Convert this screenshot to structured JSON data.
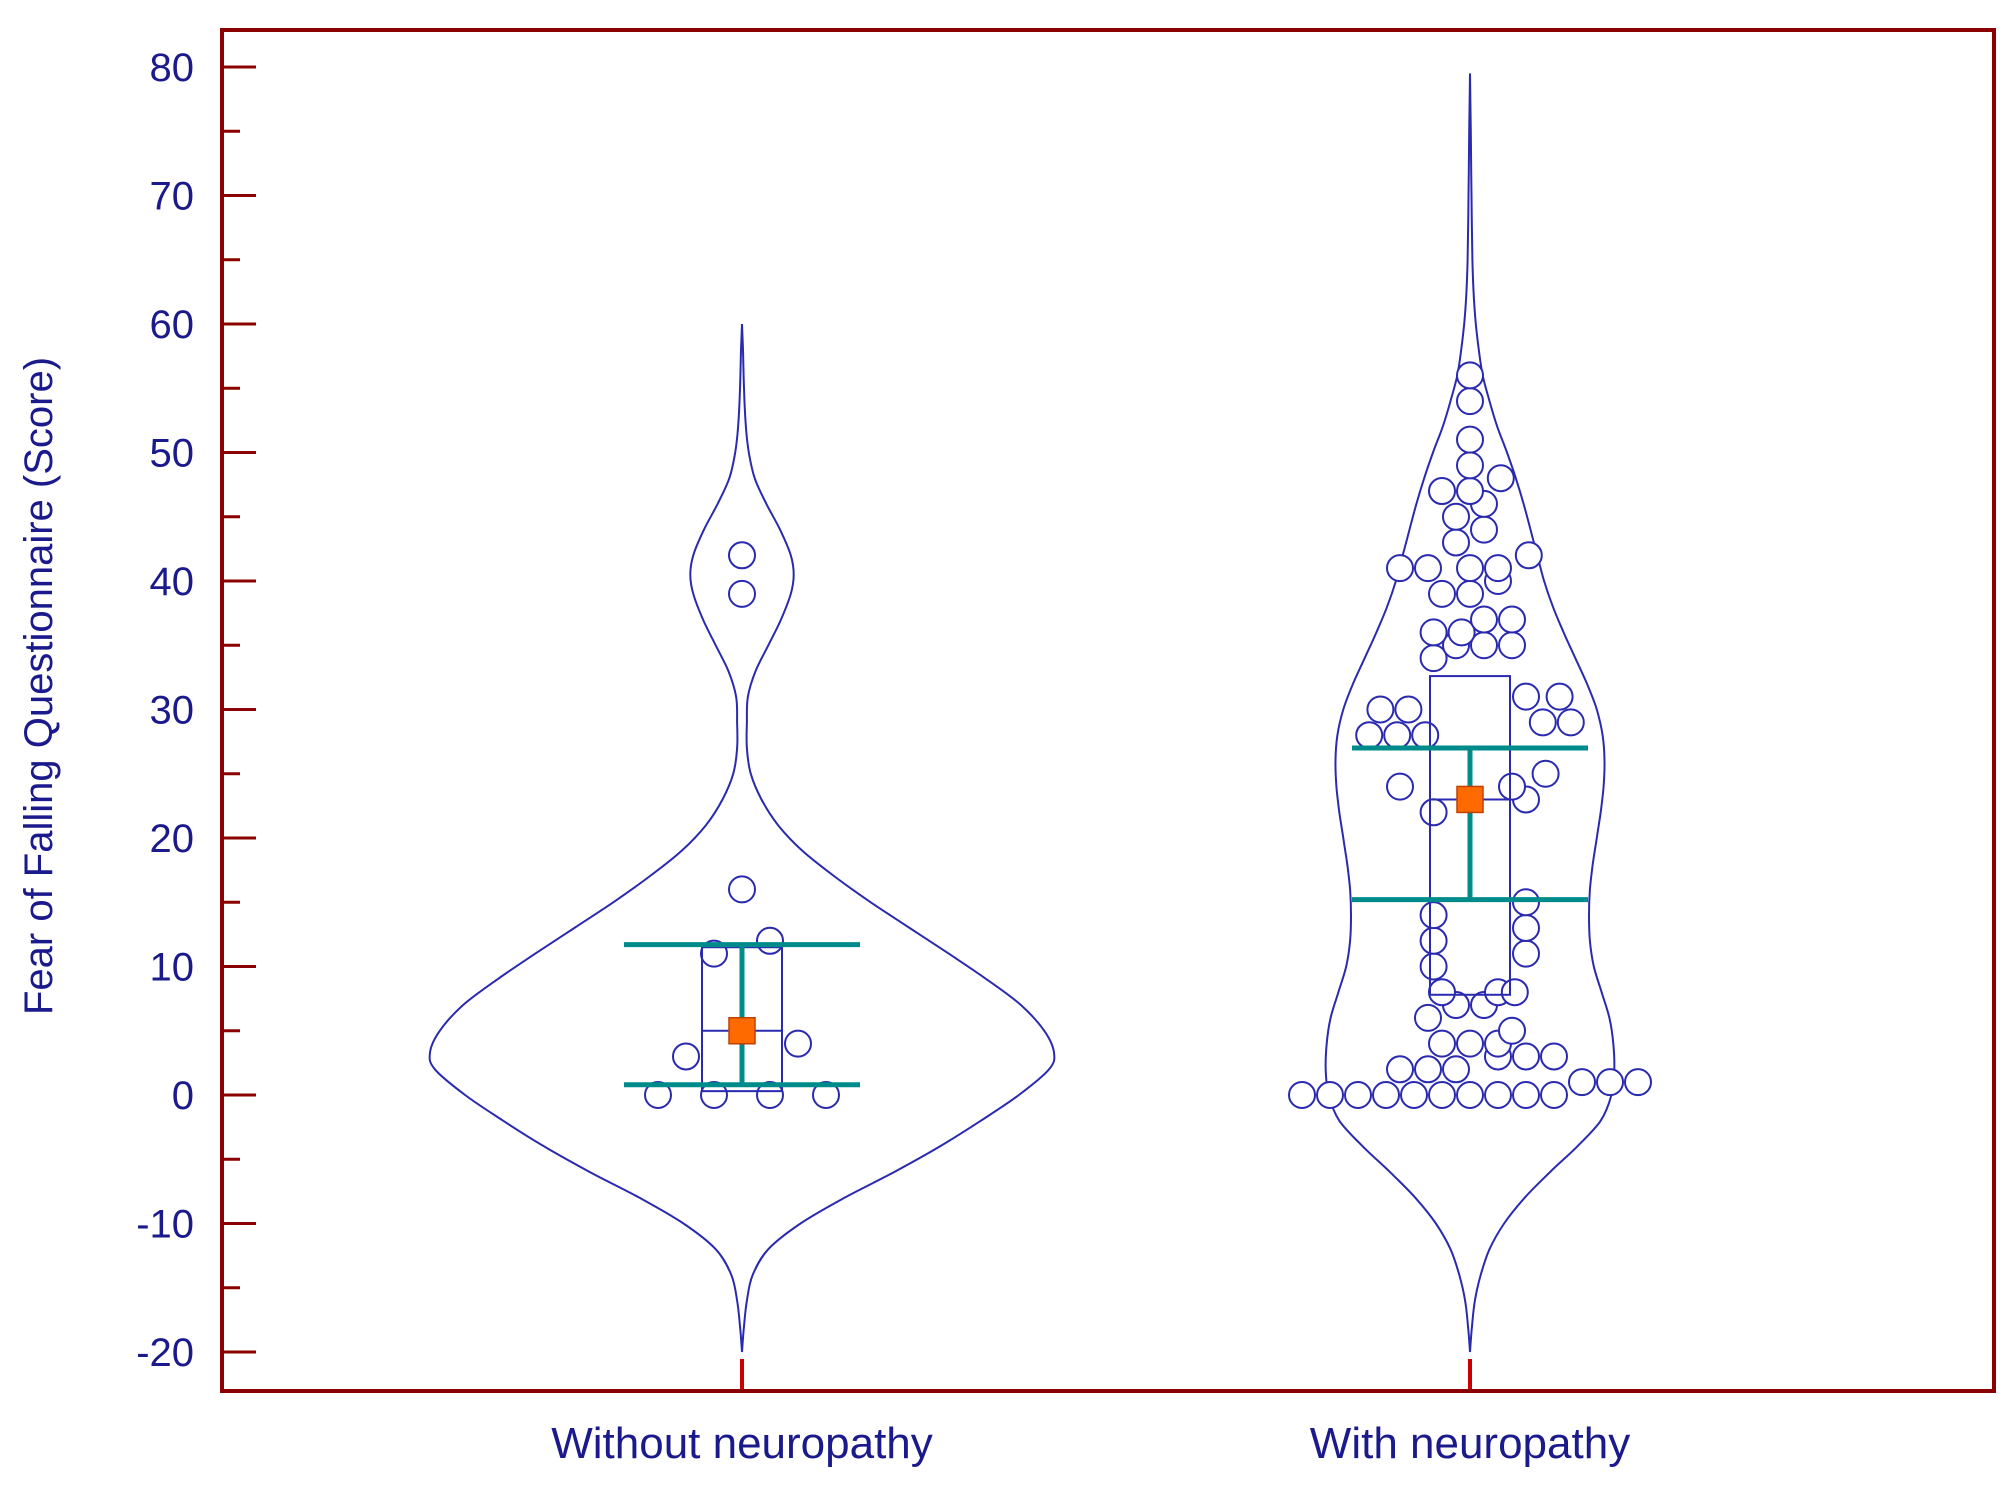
{
  "chart_data": {
    "type": "violin",
    "title": "",
    "xlabel": "",
    "ylabel": "Fear of Falling Questionnaire (Score)",
    "ylim": [
      -23,
      83
    ],
    "yticks": [
      -20,
      -10,
      0,
      10,
      20,
      30,
      40,
      50,
      60,
      70,
      80
    ],
    "yticks_minor_step": 5,
    "grid": false,
    "legend": "none",
    "colors": {
      "frame": "#8b0000",
      "violin": "#2a2ab0",
      "points": "#2a2ab0",
      "ci": "#008b8b",
      "mean": "#ff6a00",
      "text": "#1a1a8c"
    },
    "categories": [
      "Without neuropathy",
      "With neuropathy"
    ],
    "groups": [
      {
        "category": "Without neuropathy",
        "violin_range": [
          -20,
          60
        ],
        "density": [
          [
            -20,
            0.0
          ],
          [
            -18,
            0.2
          ],
          [
            -16,
            0.5
          ],
          [
            -14,
            1.1
          ],
          [
            -12,
            2.7
          ],
          [
            -10,
            6.0
          ],
          [
            -8,
            10.5
          ],
          [
            -6,
            15.6
          ],
          [
            -4,
            20.3
          ],
          [
            -2,
            24.5
          ],
          [
            0,
            28.4
          ],
          [
            2,
            31.5
          ],
          [
            3.3,
            32.0
          ],
          [
            5,
            31.0
          ],
          [
            7,
            28.6
          ],
          [
            9,
            25.1
          ],
          [
            11,
            21.2
          ],
          [
            13,
            17.2
          ],
          [
            15,
            13.2
          ],
          [
            17,
            9.5
          ],
          [
            19,
            6.2
          ],
          [
            21,
            3.7
          ],
          [
            23,
            2.0
          ],
          [
            25,
            0.9
          ],
          [
            27,
            0.5
          ],
          [
            29,
            0.5
          ],
          [
            31,
            0.6
          ],
          [
            33,
            1.4
          ],
          [
            35,
            2.7
          ],
          [
            37,
            4.0
          ],
          [
            39,
            5.0
          ],
          [
            40.5,
            5.3
          ],
          [
            42,
            5.0
          ],
          [
            44,
            3.9
          ],
          [
            46,
            2.5
          ],
          [
            48,
            1.3
          ],
          [
            50,
            0.7
          ],
          [
            52,
            0.4
          ],
          [
            55,
            0.2
          ],
          [
            58,
            0.1
          ],
          [
            60,
            0.0
          ]
        ],
        "points": [
          {
            "y": 0,
            "dx": -3
          },
          {
            "y": 0,
            "dx": -1
          },
          {
            "y": 0,
            "dx": 1
          },
          {
            "y": 0,
            "dx": 3
          },
          {
            "y": 3,
            "dx": -2
          },
          {
            "y": 4,
            "dx": 2
          },
          {
            "y": 11,
            "dx": -1
          },
          {
            "y": 12,
            "dx": 1
          },
          {
            "y": 16,
            "dx": 0
          },
          {
            "y": 39,
            "dx": 0
          },
          {
            "y": 42,
            "dx": 0
          }
        ],
        "box": {
          "q1": 0.3,
          "median": 5,
          "q3": 11.5
        },
        "mean": 5,
        "ci": [
          0.8,
          11.7
        ]
      },
      {
        "category": "With neuropathy",
        "violin_range": [
          -20,
          79.5
        ],
        "density": [
          [
            -20,
            0.0
          ],
          [
            -18,
            0.2
          ],
          [
            -16,
            0.5
          ],
          [
            -14,
            1.1
          ],
          [
            -12,
            2.0
          ],
          [
            -10,
            3.5
          ],
          [
            -8,
            5.6
          ],
          [
            -6,
            8.2
          ],
          [
            -4,
            11.0
          ],
          [
            -2,
            13.4
          ],
          [
            0,
            14.5
          ],
          [
            2,
            14.8
          ],
          [
            4,
            14.7
          ],
          [
            6,
            14.3
          ],
          [
            8,
            13.5
          ],
          [
            10,
            12.7
          ],
          [
            12,
            12.3
          ],
          [
            14,
            12.2
          ],
          [
            16,
            12.3
          ],
          [
            18,
            12.6
          ],
          [
            20,
            13.0
          ],
          [
            22,
            13.4
          ],
          [
            24,
            13.7
          ],
          [
            26,
            13.8
          ],
          [
            28,
            13.6
          ],
          [
            30,
            13.0
          ],
          [
            32,
            12.0
          ],
          [
            34,
            10.8
          ],
          [
            36,
            9.6
          ],
          [
            38,
            8.5
          ],
          [
            40,
            7.6
          ],
          [
            42,
            6.9
          ],
          [
            44,
            6.2
          ],
          [
            46,
            5.5
          ],
          [
            48,
            4.7
          ],
          [
            50,
            3.8
          ],
          [
            52,
            2.8
          ],
          [
            54,
            2.0
          ],
          [
            56,
            1.3
          ],
          [
            58,
            0.9
          ],
          [
            60,
            0.6
          ],
          [
            62,
            0.4
          ],
          [
            65,
            0.25
          ],
          [
            70,
            0.15
          ],
          [
            75,
            0.08
          ],
          [
            79.5,
            0.0
          ]
        ],
        "points": [
          {
            "y": 0,
            "dx": -6
          },
          {
            "y": 0,
            "dx": -5
          },
          {
            "y": 0,
            "dx": -4
          },
          {
            "y": 0,
            "dx": -3
          },
          {
            "y": 0,
            "dx": -2
          },
          {
            "y": 0,
            "dx": -1
          },
          {
            "y": 0,
            "dx": 0
          },
          {
            "y": 0,
            "dx": 1
          },
          {
            "y": 0,
            "dx": 2
          },
          {
            "y": 0,
            "dx": 3
          },
          {
            "y": 1,
            "dx": 4
          },
          {
            "y": 1,
            "dx": 5
          },
          {
            "y": 1,
            "dx": 6
          },
          {
            "y": 2,
            "dx": -2.5
          },
          {
            "y": 2,
            "dx": -1.5
          },
          {
            "y": 2,
            "dx": -0.5
          },
          {
            "y": 3,
            "dx": 1
          },
          {
            "y": 3,
            "dx": 2
          },
          {
            "y": 3,
            "dx": 3
          },
          {
            "y": 4,
            "dx": -1
          },
          {
            "y": 4,
            "dx": 0
          },
          {
            "y": 4,
            "dx": 1
          },
          {
            "y": 5,
            "dx": 1.5
          },
          {
            "y": 6,
            "dx": -1.5
          },
          {
            "y": 7,
            "dx": -0.5
          },
          {
            "y": 7,
            "dx": 0.5
          },
          {
            "y": 8,
            "dx": -1
          },
          {
            "y": 8,
            "dx": 1
          },
          {
            "y": 8,
            "dx": 1.6
          },
          {
            "y": 10,
            "dx": -1.3
          },
          {
            "y": 11,
            "dx": 2
          },
          {
            "y": 12,
            "dx": -1.3
          },
          {
            "y": 13,
            "dx": 2
          },
          {
            "y": 14,
            "dx": -1.3
          },
          {
            "y": 15,
            "dx": 2
          },
          {
            "y": 22,
            "dx": -1.3
          },
          {
            "y": 23,
            "dx": 2
          },
          {
            "y": 24,
            "dx": -2.5
          },
          {
            "y": 24,
            "dx": 1.5
          },
          {
            "y": 25,
            "dx": 2.7
          },
          {
            "y": 28,
            "dx": -3.6
          },
          {
            "y": 28,
            "dx": -2.6
          },
          {
            "y": 28,
            "dx": -1.6
          },
          {
            "y": 29,
            "dx": 2.6
          },
          {
            "y": 29,
            "dx": 3.6
          },
          {
            "y": 30,
            "dx": -3.2
          },
          {
            "y": 30,
            "dx": -2.2
          },
          {
            "y": 31,
            "dx": 2
          },
          {
            "y": 31,
            "dx": 3.2
          },
          {
            "y": 34,
            "dx": -1.3
          },
          {
            "y": 35,
            "dx": -0.5
          },
          {
            "y": 35,
            "dx": 0.5
          },
          {
            "y": 35,
            "dx": 1.5
          },
          {
            "y": 36,
            "dx": -1.3
          },
          {
            "y": 36,
            "dx": -0.3
          },
          {
            "y": 37,
            "dx": 0.5
          },
          {
            "y": 37,
            "dx": 1.5
          },
          {
            "y": 39,
            "dx": -1
          },
          {
            "y": 39,
            "dx": 0
          },
          {
            "y": 40,
            "dx": 1
          },
          {
            "y": 41,
            "dx": -2.5
          },
          {
            "y": 41,
            "dx": -1.5
          },
          {
            "y": 41,
            "dx": 0
          },
          {
            "y": 41,
            "dx": 1
          },
          {
            "y": 42,
            "dx": 2.1
          },
          {
            "y": 43,
            "dx": -0.5
          },
          {
            "y": 44,
            "dx": 0.5
          },
          {
            "y": 45,
            "dx": -0.5
          },
          {
            "y": 46,
            "dx": 0.5
          },
          {
            "y": 47,
            "dx": -1
          },
          {
            "y": 47,
            "dx": 0
          },
          {
            "y": 48,
            "dx": 1.1
          },
          {
            "y": 49,
            "dx": 0
          },
          {
            "y": 51,
            "dx": 0
          },
          {
            "y": 54,
            "dx": 0
          },
          {
            "y": 56,
            "dx": 0
          }
        ],
        "box": {
          "q1": 7.8,
          "median": 23,
          "q3": 32.6
        },
        "mean": 23,
        "ci": [
          15.2,
          27
        ]
      }
    ]
  }
}
